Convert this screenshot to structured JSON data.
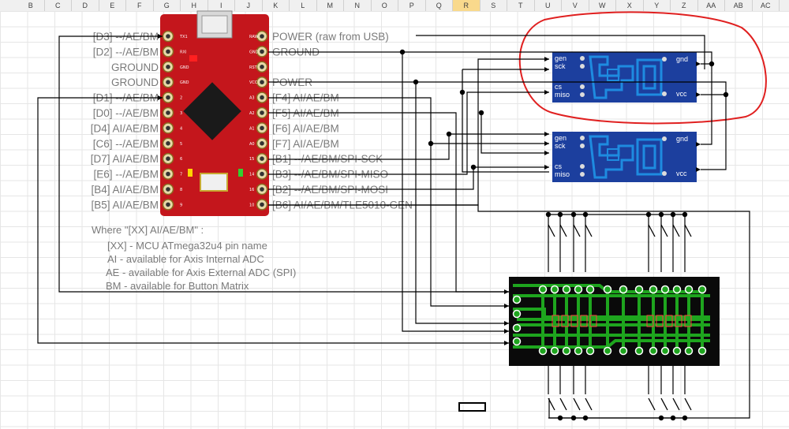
{
  "spreadsheet": {
    "columns": [
      "B",
      "C",
      "D",
      "E",
      "F",
      "G",
      "H",
      "I",
      "J",
      "K",
      "L",
      "M",
      "N",
      "O",
      "P",
      "Q",
      "R",
      "S",
      "T",
      "U",
      "V",
      "W",
      "X",
      "Y",
      "Z",
      "AA",
      "AB",
      "AC"
    ],
    "selected_column": "R"
  },
  "board": {
    "left_labels": [
      "[D3] --/AE/BM",
      "[D2] --/AE/BM",
      "GROUND",
      "GROUND",
      "[D1] --/AE/BM",
      "[D0] --/AE/BM",
      "[D4] AI/AE/BM",
      "[C6] --/AE/BM",
      "[D7] AI/AE/BM",
      "[E6] --/AE/BM",
      "[B4] AI/AE/BM",
      "[B5] AI/AE/BM"
    ],
    "right_labels": [
      "POWER (raw from USB)",
      "GROUND",
      "",
      "POWER",
      "[F4] AI/AE/BM",
      "[F5] AI/AE/BM",
      "[F6] AI/AE/BM",
      "[F7] AI/AE/BM",
      "[B1] --/AE/BM/SPI-SCK",
      "[B3] --/AE/BM/SPI-MISO",
      "[B2] --/AE/BM/SPI-MOSI",
      "[B6] AI/AE/BM/TLE5010-GEN"
    ],
    "left_pin_marks": [
      "TX1",
      "RXI",
      "GND",
      "GND",
      "2",
      "3",
      "4",
      "5",
      "6",
      "7",
      "8",
      "9"
    ],
    "right_pin_marks": [
      "RAW",
      "GND",
      "RST",
      "VCC",
      "A3",
      "A2",
      "A1",
      "A0",
      "15",
      "14",
      "16",
      "10"
    ]
  },
  "legend": {
    "title": "Where \"[XX] AI/AE/BM\" :",
    "lines": [
      "[XX] - MCU ATmega32u4 pin name",
      "AI - available for Axis Internal ADC",
      "AE - available for Axis External ADC (SPI)",
      "BM - available for Button Matrix"
    ]
  },
  "adc_modules": [
    {
      "pins_left": [
        "gen",
        "sck",
        "cs",
        "miso"
      ],
      "pins_right": [
        "gnd",
        "vcc"
      ]
    },
    {
      "pins_left": [
        "gen",
        "sck",
        "cs",
        "miso"
      ],
      "pins_right": [
        "gnd",
        "vcc"
      ]
    }
  ],
  "colors": {
    "board": "#c4161c",
    "adc_module": "#1c3f9e",
    "adc_trace": "#1e8be0",
    "matrix_pcb": "#1ea51e",
    "highlight": "#e02020"
  }
}
